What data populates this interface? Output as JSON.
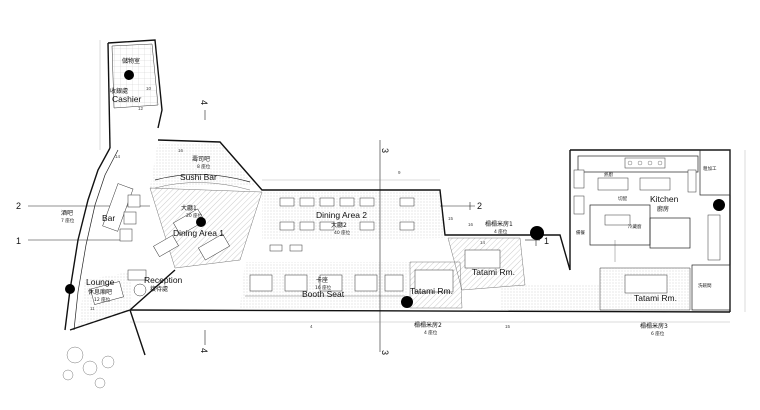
{
  "axes": {
    "h1": "1",
    "h2": "2",
    "v3": "3",
    "v4": "4",
    "right_2": "2",
    "right_1": "1"
  },
  "rooms": {
    "storage_cn": "儲物室",
    "cashier_cn": "收銀處",
    "cashier_en": "Cashier",
    "sushi_cn": "壽司吧",
    "sushi_sub": "8 座位",
    "sushi_en": "Sushi Bar",
    "bar_cn": "酒吧",
    "bar_sub": "7 座位",
    "bar_en": "Bar",
    "dining1_cn": "大廳1",
    "dining1_sub": "20 座位",
    "dining1_en": "Dining Area 1",
    "dining2_en": "Dining Area 2",
    "dining2_cn": "大廳2",
    "dining2_sub": "40 座位",
    "booth_cn": "卡座",
    "booth_sub": "16 座位",
    "booth_en": "Booth Seat",
    "lounge_en": "Lounge",
    "lounge_cn": "休息廂吧",
    "lounge_sub": "12 座位",
    "reception_en": "Reception",
    "reception_cn": "接待處",
    "tatami1_cn": "榻榻米房1",
    "tatami1_sub": "4 座位",
    "tatami1_en": "Tatami Rm.",
    "tatami2_en": "Tatami Rm.",
    "tatami2_cn": "榻榻米房2",
    "tatami2_sub": "4 座位",
    "tatami3_en": "Tatami Rm.",
    "tatami3_cn": "榻榻米房3",
    "tatami3_sub": "6 座位",
    "kitchen_en": "Kitchen",
    "kitchen_cn": "廚房",
    "cooler_cn": "冷藏廚",
    "prep_cn": "粗加工",
    "wash_cn": "洗碗間",
    "pantry_cn": "備餐",
    "hot_cn": "熱廚",
    "cut_cn": "切配"
  },
  "dimensions": {
    "d14a": "14",
    "d16a": "16",
    "d15": "15",
    "d4": "4",
    "d15b": "15",
    "d16b": "16",
    "d14b": "14",
    "d9": "9",
    "d10": "10",
    "d11": "11",
    "d12": "12"
  }
}
